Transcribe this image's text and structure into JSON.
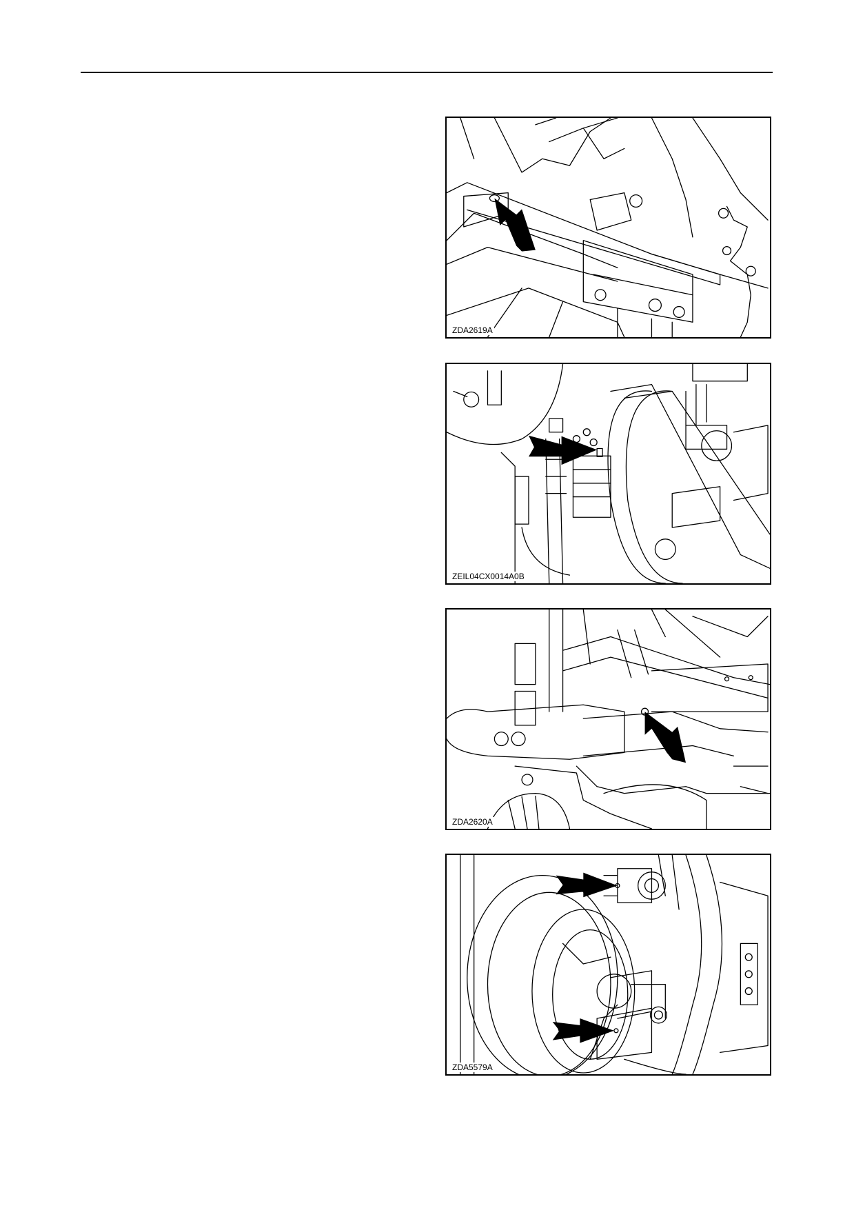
{
  "figures": [
    {
      "caption": "ZDA2619A",
      "arrow_icons": [
        "arrow-icon"
      ]
    },
    {
      "caption": "ZEIL04CX0014A0B",
      "arrow_icons": [
        "arrow-icon"
      ]
    },
    {
      "caption": "ZDA2620A",
      "arrow_icons": [
        "arrow-icon"
      ]
    },
    {
      "caption": "ZDA5579A",
      "arrow_icons": [
        "arrow-icon",
        "arrow-icon"
      ]
    }
  ]
}
